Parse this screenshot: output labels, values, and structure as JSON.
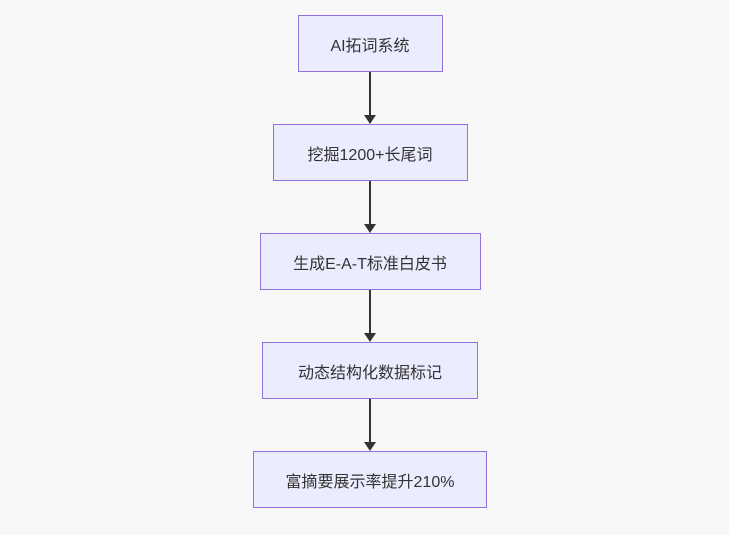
{
  "diagram": {
    "type": "flowchart-top-down",
    "colors": {
      "background": "#f8f8f8",
      "node_fill": "#ECECFF",
      "node_border": "#9370DB",
      "text": "#333333",
      "arrow": "#333333"
    },
    "nodes": [
      {
        "label": "AI拓词系统"
      },
      {
        "label": "挖掘1200+长尾词"
      },
      {
        "label": "生成E-A-T标准白皮书"
      },
      {
        "label": "动态结构化数据标记"
      },
      {
        "label": "富摘要展示率提升210%"
      }
    ]
  }
}
